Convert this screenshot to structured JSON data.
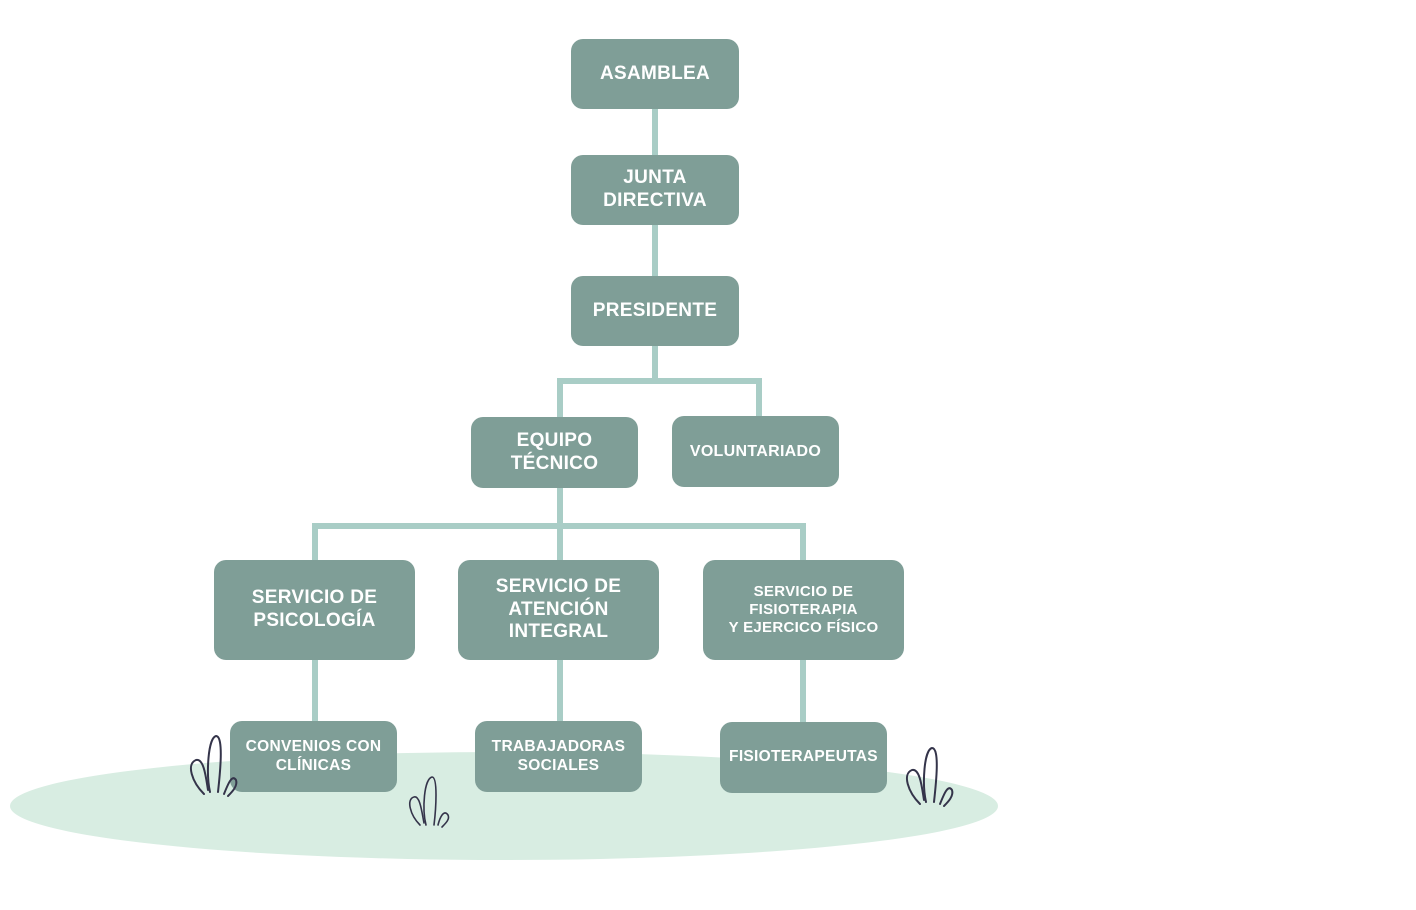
{
  "colors": {
    "node_fill": "#7f9e97",
    "node_text": "#ffffff",
    "connector": "#a9cdc6",
    "ground": "#d8ede2",
    "plant_outline": "#34344a",
    "background": "#ffffff"
  },
  "org_chart": {
    "nodes": {
      "asamblea": "ASAMBLEA",
      "junta": "JUNTA\nDIRECTIVA",
      "presidente": "PRESIDENTE",
      "equipo": "EQUIPO\nTÉCNICO",
      "voluntariado": "VOLUNTARIADO",
      "psicologia": "SERVICIO DE\nPSICOLOGÍA",
      "atencion": "SERVICIO DE\nATENCIÓN\nINTEGRAL",
      "fisioterapia": "SERVICIO DE\nFISIOTERAPIA\nY EJERCICO FÍSICO",
      "convenios": "CONVENIOS CON\nCLÍNICAS",
      "trabajadoras": "TRABAJADORAS\nSOCIALES",
      "fisioterapeutas": "FISIOTERAPEUTAS"
    },
    "decorations": [
      "plant-icon",
      "plant-icon",
      "plant-icon"
    ]
  }
}
